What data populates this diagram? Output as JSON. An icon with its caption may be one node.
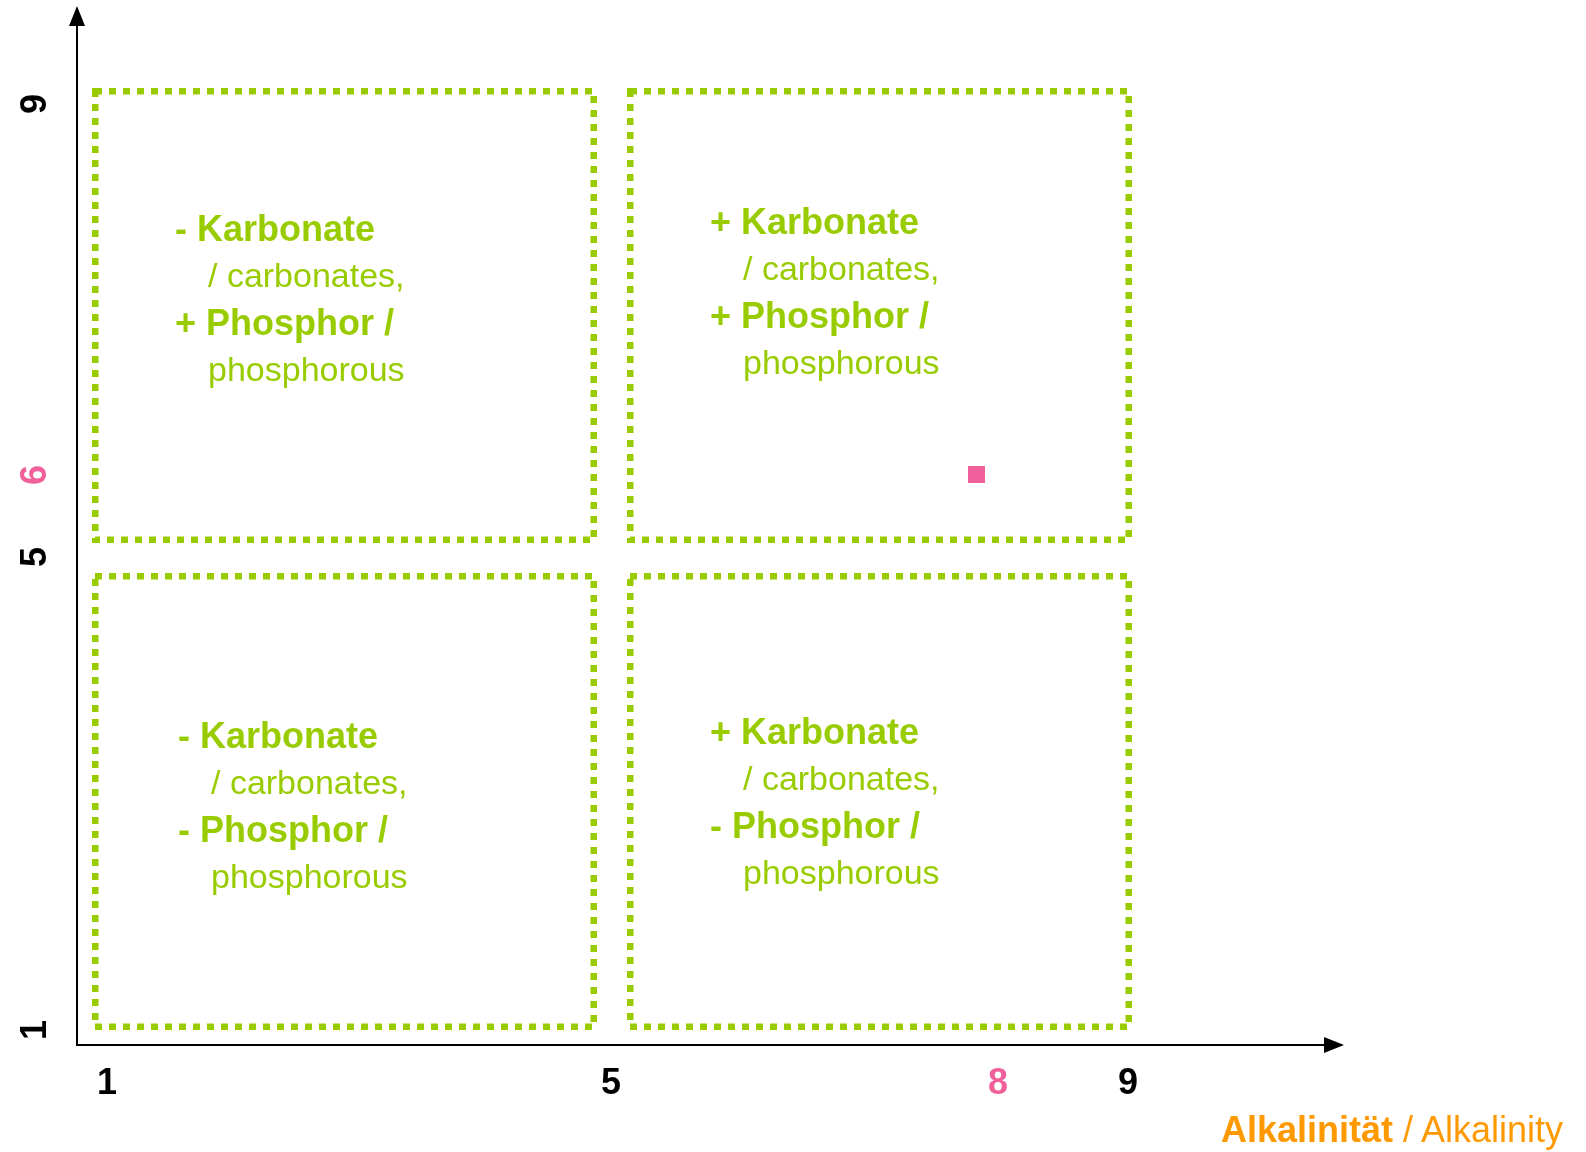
{
  "diagram": {
    "nodes": [
      {
        "text": [
          "**-  Karbonate** / carbonates,",
          "**+ Phosphor /** phosphorous"
        ]
      },
      {
        "text": [
          "**+  Karbonate** / carbonates,",
          "**+ Phosphor /** phosphorous"
        ]
      },
      {
        "text": [
          "**-  Karbonate** / carbonates,",
          "**- Phosphor /** phosphorous"
        ]
      },
      {
        "text": [
          "**+  Karbonate** / carbonates,",
          "**- Phosphor /** phosphorous"
        ]
      }
    ],
    "edges": [],
    "labels": [
      "9",
      "6",
      "5",
      "1",
      "1",
      "5",
      "8",
      "9",
      "**Alkalinität** / Alkalinity"
    ]
  }
}
